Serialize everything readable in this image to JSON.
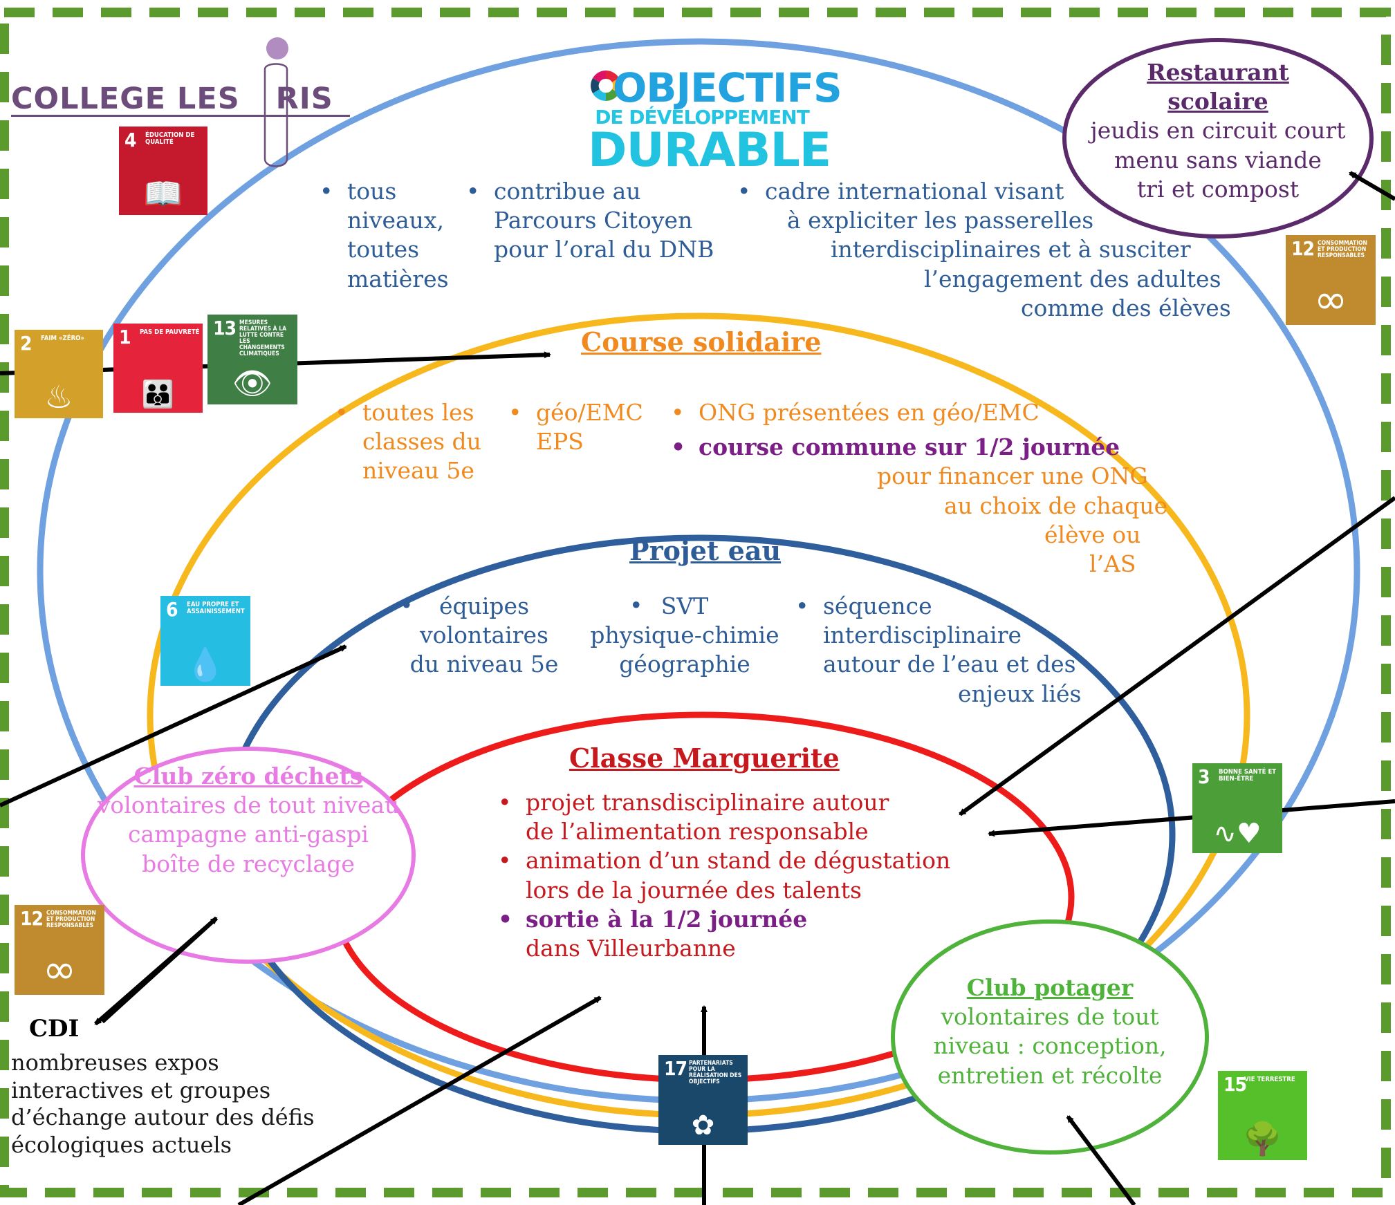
{
  "logo": {
    "text": "COLLEGE LES IRIS"
  },
  "odd_logo": {
    "line1": "OBJECTIFS",
    "line2": "DE DÉVELOPPEMENT",
    "line3": "DURABLE"
  },
  "outer": {
    "col1": [
      "tous",
      "niveaux,",
      "toutes",
      "matières"
    ],
    "col2": [
      "contribue au",
      "Parcours Citoyen",
      "pour l’oral du DNB"
    ],
    "col3": [
      "cadre international visant",
      "à expliciter les passerelles",
      "interdisciplinaires et à susciter",
      "l’engagement des adultes",
      "comme des élèves"
    ]
  },
  "course": {
    "title": "Course solidaire",
    "col1": [
      "toutes les",
      "classes du",
      "niveau 5e"
    ],
    "col2": [
      "géo/EMC",
      "EPS"
    ],
    "col3_line1": "ONG présentées en géo/EMC",
    "col3_bold": "course commune sur 1/2 journée",
    "col3_rest": [
      "pour financer une ONG",
      "au choix de chaque",
      "élève ou",
      "l’AS"
    ]
  },
  "eau": {
    "title": "Projet eau",
    "col1": [
      "équipes",
      "volontaires",
      "du niveau 5e"
    ],
    "col2": [
      "SVT",
      "physique-chimie",
      "géographie"
    ],
    "col3": [
      "séquence",
      "interdisciplinaire",
      "autour de l’eau et des",
      "enjeux liés"
    ]
  },
  "marguerite": {
    "title": "Classe Marguerite",
    "b1": [
      "projet transdisciplinaire autour",
      "de l’alimentation responsable"
    ],
    "b2": [
      "animation d’un stand de dégustation",
      "lors de la journée des talents"
    ],
    "b3_bold": "sortie à la 1/2 journée",
    "b3_rest": "dans Villeurbanne"
  },
  "restaurant": {
    "title1": "Restaurant",
    "title2": "scolaire",
    "lines": [
      "jeudis  en circuit court",
      "menu sans viande",
      "tri et compost"
    ]
  },
  "zero": {
    "title": "Club zéro déchets",
    "lines": [
      "volontaires de tout niveau",
      "campagne anti-gaspi",
      "boîte de recyclage"
    ]
  },
  "potager": {
    "title": "Club potager",
    "lines": [
      "volontaires de tout",
      "niveau : conception,",
      "entretien et récolte"
    ]
  },
  "cdi": {
    "title": "CDI",
    "lines": [
      "nombreuses expos",
      "interactives et groupes",
      "d’échange autour des défis",
      "écologiques actuels"
    ]
  },
  "sdg": {
    "g4": {
      "num": "4",
      "label": "ÉDUCATION DE QUALITÉ",
      "icon": "book-icon",
      "color": "#C5192D"
    },
    "g2": {
      "num": "2",
      "label": "FAIM «ZÉRO»",
      "icon": "bowl-icon",
      "color": "#D3A029"
    },
    "g1": {
      "num": "1",
      "label": "PAS DE PAUVRETÉ",
      "icon": "family-icon",
      "color": "#E5243B"
    },
    "g13": {
      "num": "13",
      "label": "MESURES RELATIVES À LA LUTTE CONTRE LES CHANGEMENTS CLIMATIQUES",
      "icon": "eye-globe-icon",
      "color": "#3F7E44"
    },
    "g6": {
      "num": "6",
      "label": "EAU PROPRE ET ASSAINISSEMENT",
      "icon": "water-glass-icon",
      "color": "#26BDE2"
    },
    "g12a": {
      "num": "12",
      "label": "CONSOMMATION ET PRODUCTION RESPONSABLES",
      "icon": "infinity-icon",
      "color": "#BF8B2E"
    },
    "g12b": {
      "num": "12",
      "label": "CONSOMMATION ET PRODUCTION RESPONSABLES",
      "icon": "infinity-icon",
      "color": "#BF8B2E"
    },
    "g3": {
      "num": "3",
      "label": "BONNE SANTÉ ET BIEN-ÊTRE",
      "icon": "heartbeat-icon",
      "color": "#4C9F38"
    },
    "g17": {
      "num": "17",
      "label": "PARTENARIATS POUR LA RÉALISATION DES OBJECTIFS",
      "icon": "flower-icon",
      "color": "#19486A"
    },
    "g15": {
      "num": "15",
      "label": "VIE TERRESTRE",
      "icon": "tree-icon",
      "color": "#56C02B"
    }
  },
  "colors": {
    "frame": "#5B9A2C",
    "blue_light": "#6FA0E0",
    "yellow": "#F7B81E",
    "navy": "#2E5E9B",
    "red": "#EE1B1B",
    "purple": "#5A2A6B",
    "pink": "#E77BE3",
    "green": "#4FB23A",
    "orange": "#F08A1E",
    "text_blue": "#2D5C97",
    "text_red": "#C6191E",
    "text_purple": "#7B1E86"
  }
}
